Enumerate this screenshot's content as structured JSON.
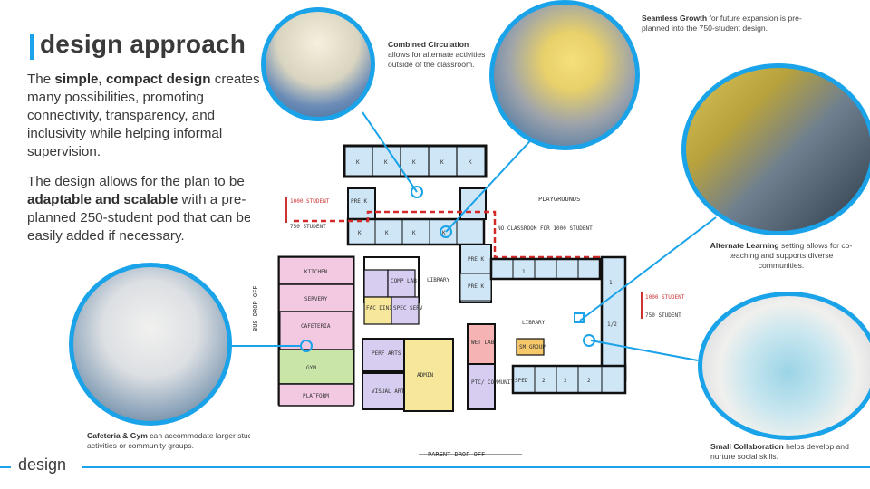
{
  "title": "design approach",
  "intro": {
    "p1_pre": "The ",
    "p1_bold": "simple, compact design",
    "p1_post": " creates many possibilities, promoting connectivity, transparency, and inclusivity while helping informal supervision.",
    "p2_pre": "The design allows for the plan to be ",
    "p2_bold": "adaptable and scalable",
    "p2_post": " with a pre-planned 250-student pod that can be easily added if necessary."
  },
  "captions": {
    "circulation_bold": "Combined Circulation",
    "circulation_text": "allows for alternate activities outside of the classroom.",
    "growth_bold": "Seamless Growth",
    "growth_text": " for future expansion is pre-planned into the 750-student design.",
    "alternate_bold": "Alternate Learning",
    "alternate_text": " setting allows for co-teaching and supports diverse communities.",
    "cafeteria_bold": "Cafeteria & Gym",
    "cafeteria_text": " can accommodate larger student activities or community groups.",
    "collab_bold": "Small Collaboration",
    "collab_text": " helps develop and nurture social skills."
  },
  "plan_labels": {
    "k": "K",
    "pre_k": "PRE K",
    "kitchen": "KITCHEN",
    "servery": "SERVERY",
    "cafeteria": "CAFETERIA",
    "gym": "GYM",
    "platform": "PLATFORM",
    "comp_lab": "COMP LAB",
    "fac_dining": "FAC DINING",
    "spec_serv": "SPEC SERV",
    "perf_arts": "PERF ARTS",
    "visual_arts": "VISUAL ARTS",
    "admin": "ADMIN",
    "wet_lab": "WET LAB",
    "ptc_community": "PTC/ COMMUNITY",
    "library": "LIBRARY",
    "sm_group": "SM GROUP",
    "sped": "SPED",
    "playgrounds": "PLAYGROUNDS",
    "no_classroom": "NO CLASSROOM FOR 1000 STUDENT",
    "s1000_left": "1000 STUDENT",
    "s750_left": "750 STUDENT",
    "s1000_right": "1000 STUDENT",
    "s750_right": "750 STUDENT",
    "bus_drop_off": "BUS DROP OFF",
    "parent_drop_off": "PARENT DROP OFF",
    "g1": "1",
    "g2": "2",
    "g12": "1/2",
    "r1d": "1/2"
  },
  "footer": {
    "label": "design"
  },
  "colors": {
    "accent": "#1aa3e8"
  }
}
